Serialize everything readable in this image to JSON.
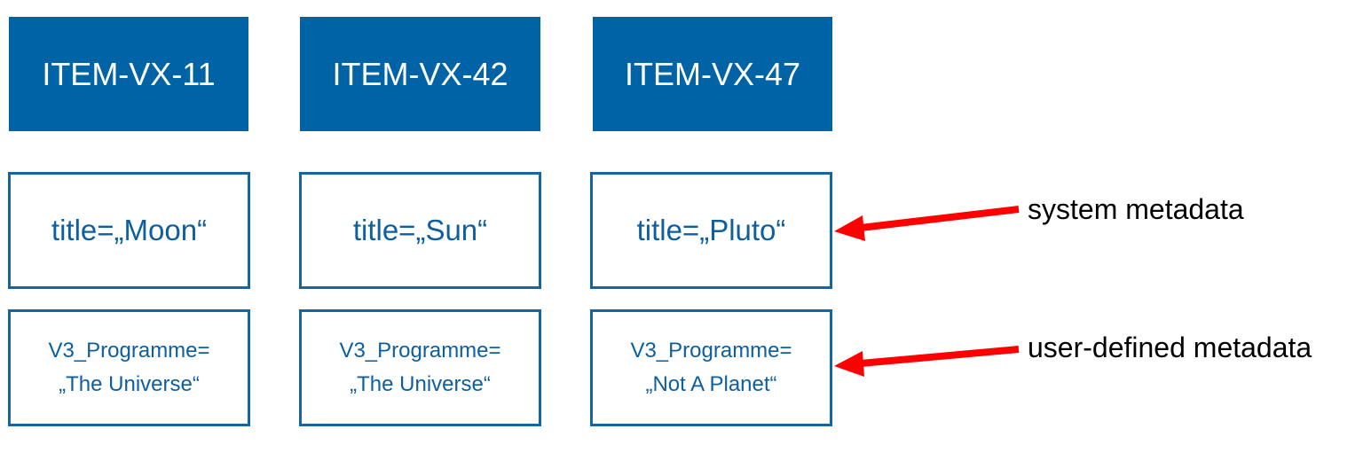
{
  "items": [
    {
      "id": "ITEM-VX-11",
      "system_metadata": "title=„Moon“",
      "user_metadata_line1": "V3_Programme=",
      "user_metadata_line2": "„The Universe“"
    },
    {
      "id": "ITEM-VX-42",
      "system_metadata": "title=„Sun“",
      "user_metadata_line1": "V3_Programme=",
      "user_metadata_line2": "„The Universe“"
    },
    {
      "id": "ITEM-VX-47",
      "system_metadata": "title=„Pluto“",
      "user_metadata_line1": "V3_Programme=",
      "user_metadata_line2": "„Not A Planet“"
    }
  ],
  "labels": {
    "system": "system metadata",
    "user": "user-defined metadata"
  },
  "colors": {
    "header_fill": "#0063a6",
    "box_border": "#1565a5",
    "box_text": "#0e5fa0",
    "arrow": "#ff0000"
  }
}
